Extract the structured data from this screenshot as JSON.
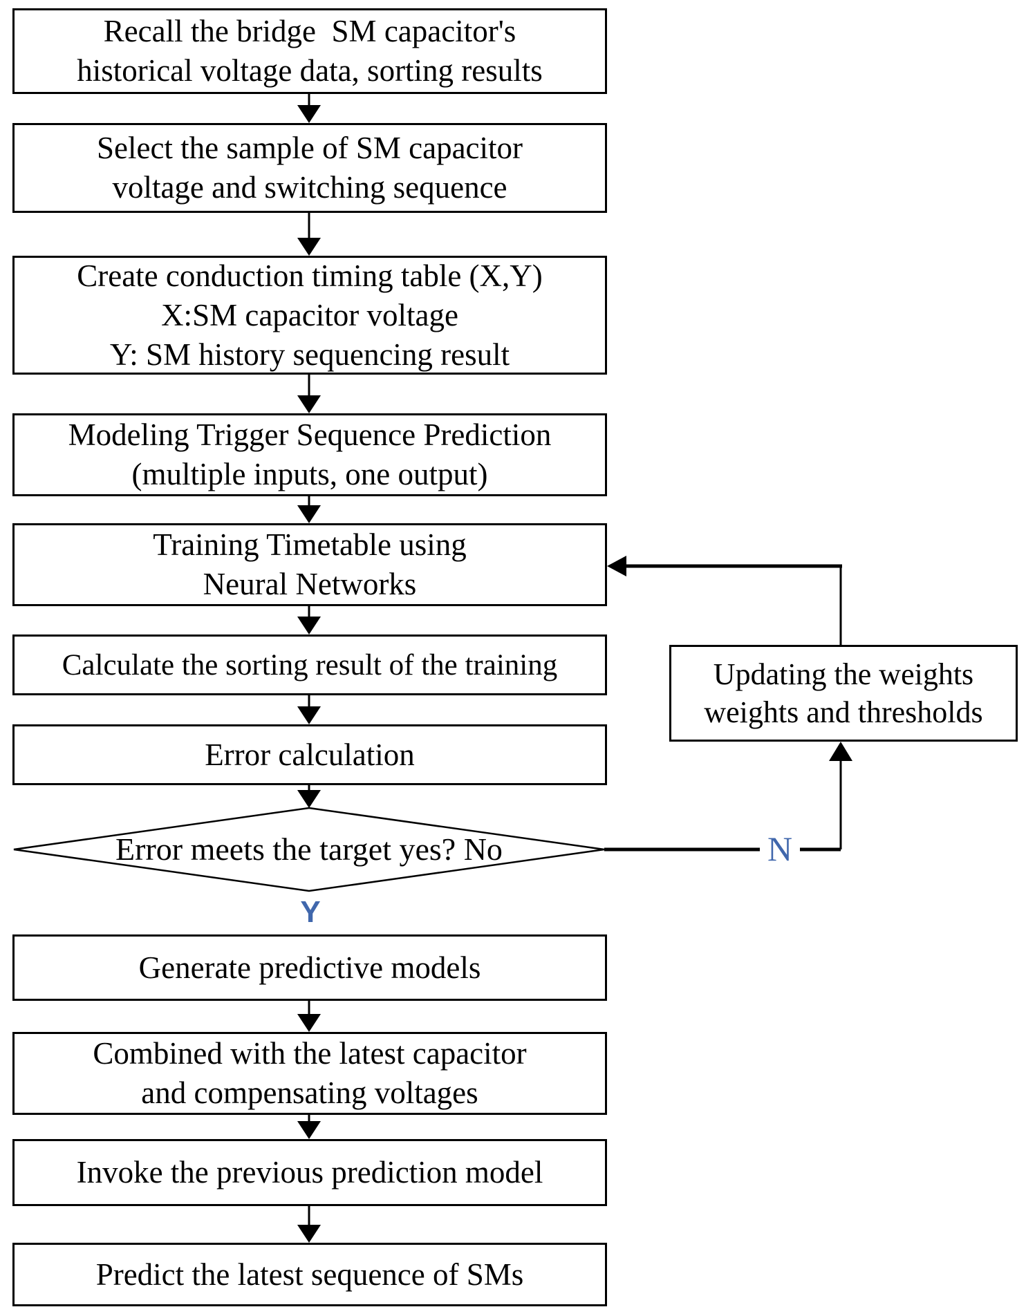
{
  "colors": {
    "accent": "#4067AC",
    "line": "#000000",
    "background": "#ffffff"
  },
  "nodes": {
    "recall": {
      "lines": [
        "Recall the bridge  SM capacitor's",
        "historical voltage data, sorting results"
      ]
    },
    "select": {
      "lines": [
        "Select the sample of SM capacitor",
        "voltage and switching sequence"
      ]
    },
    "create": {
      "lines": [
        "Create conduction timing table (X,Y)",
        "X:SM capacitor voltage",
        "Y: SM history sequencing result"
      ]
    },
    "modeling": {
      "lines": [
        "Modeling Trigger Sequence Prediction",
        "(multiple inputs, one output)"
      ]
    },
    "training": {
      "lines": [
        "Training Timetable using",
        "Neural Networks"
      ]
    },
    "calculate": {
      "lines": [
        "Calculate the sorting result of the training"
      ]
    },
    "error": {
      "lines": [
        "Error calculation"
      ]
    },
    "decision": {
      "text": "Error meets the target yes? No"
    },
    "updating": {
      "lines": [
        "Updating the weights",
        "weights and thresholds"
      ]
    },
    "generate": {
      "lines": [
        "Generate predictive models"
      ]
    },
    "combined": {
      "lines": [
        "Combined with the latest capacitor",
        "and compensating voltages"
      ]
    },
    "invoke": {
      "lines": [
        "Invoke the previous prediction model"
      ]
    },
    "predict": {
      "lines": [
        "Predict the latest sequence of SMs"
      ]
    }
  },
  "labels": {
    "yes": "Y",
    "no": "N"
  }
}
